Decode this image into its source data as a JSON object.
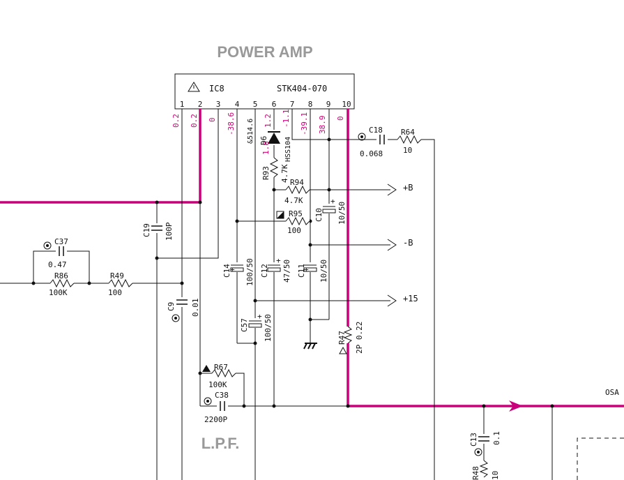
{
  "title": "POWER AMP",
  "lpf_label": "L.P.F.",
  "ic": {
    "ref": "IC8",
    "part": "STK404-070",
    "pins": [
      "1",
      "2",
      "3",
      "4",
      "5",
      "6",
      "7",
      "8",
      "9",
      "10"
    ],
    "voltages": [
      "0.2",
      "0.2",
      "0",
      "-38.6",
      "&514.6",
      "1.2",
      "-1.1",
      "-39.1",
      "38.9",
      "0"
    ]
  },
  "components": {
    "d6": {
      "ref": "D6",
      "part": "HSS104"
    },
    "r93": {
      "ref": "R93",
      "value": "4.7K",
      "voltage": "1.8"
    },
    "r94": {
      "ref": "R94",
      "value": "4.7K"
    },
    "r95": {
      "ref": "R95",
      "value": "100"
    },
    "c10": {
      "ref": "C10",
      "value": "10/50"
    },
    "c18": {
      "ref": "C18",
      "value": "0.068"
    },
    "r64": {
      "ref": "R64",
      "value": "10"
    },
    "c19": {
      "ref": "C19",
      "value": "100P"
    },
    "c37": {
      "ref": "C37",
      "value": "0.47"
    },
    "r86": {
      "ref": "R86",
      "value": "100K"
    },
    "r49": {
      "ref": "R49",
      "value": "100"
    },
    "c9": {
      "ref": "C9",
      "value": "0.01"
    },
    "c14": {
      "ref": "C14",
      "value": "100/50"
    },
    "c12": {
      "ref": "C12",
      "value": "47/50"
    },
    "c11": {
      "ref": "C11",
      "value": "10/50"
    },
    "c57": {
      "ref": "C57",
      "value": "100/50"
    },
    "r47": {
      "ref": "R47",
      "value": "2P 0.22"
    },
    "r67": {
      "ref": "R67",
      "value": "100K"
    },
    "c38": {
      "ref": "C38",
      "value": "2200P"
    },
    "c13": {
      "ref": "C13",
      "value": "0.1"
    },
    "r48": {
      "ref": "R48",
      "value": "10"
    }
  },
  "rails": {
    "pos": "+B",
    "neg": "-B",
    "p15": "+15"
  },
  "offpage_label": "OSA",
  "colors": {
    "signal": "#c8007a",
    "voltage": "#d4007a",
    "title": "#999999",
    "wire": "#111111"
  }
}
